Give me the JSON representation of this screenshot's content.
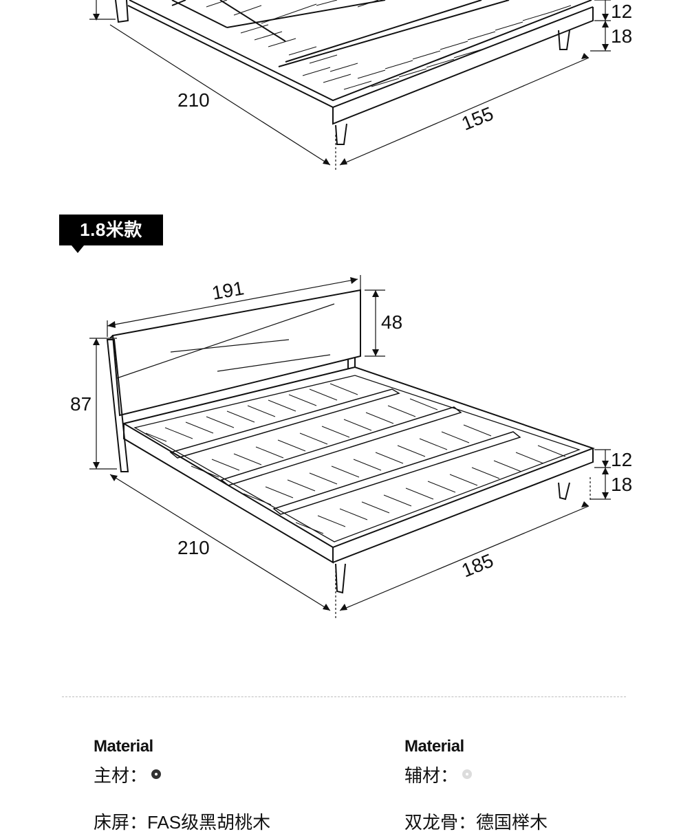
{
  "top_diagram": {
    "dims": {
      "head_height": "12",
      "leg_height": "18",
      "length": "210",
      "width": "155"
    }
  },
  "bottom_diagram": {
    "badge": "1.8米款",
    "dims": {
      "headboard_width": "191",
      "headboard_height": "48",
      "total_height": "87",
      "frame_height": "12",
      "leg_height": "18",
      "length": "210",
      "width": "185"
    }
  },
  "materials": {
    "left": {
      "title": "Material",
      "label": "主材：",
      "line": "床屏：FAS级黑胡桃木"
    },
    "right": {
      "title": "Material",
      "label": "辅材：",
      "line": "双龙骨：德国榉木"
    }
  },
  "colors": {
    "primary_dot": "#333333",
    "secondary_dot": "#dcdcdc"
  }
}
